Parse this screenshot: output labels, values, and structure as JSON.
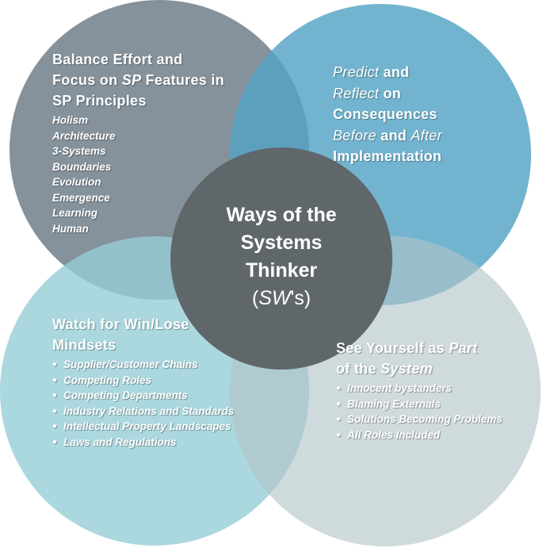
{
  "top_left": {
    "heading_line1": "Balance Effort and",
    "heading_line2_pre": "Focus on ",
    "heading_line2_em": "SP",
    "heading_line2_post": " Features in",
    "heading_line3": "SP Principles",
    "items": [
      "Holism",
      "Architecture",
      "3-Systems",
      "Boundaries",
      "Evolution",
      "Emergence",
      "Learning",
      "Human"
    ]
  },
  "top_right": {
    "line1_em": "Predict",
    "line1_post": " and",
    "line2_em": "Reflect",
    "line2_post": " on",
    "line3": "Consequences",
    "line4_em1": "Before",
    "line4_mid": " and ",
    "line4_em2": "After",
    "line5": "Implementation"
  },
  "center": {
    "line1": "Ways of the",
    "line2": "Systems",
    "line3": "Thinker",
    "line4_open": "(",
    "line4_em": "SW",
    "line4_close": "'s)"
  },
  "bottom_left": {
    "heading_line1": "Watch for Win/Lose",
    "heading_line2": "Mindsets",
    "items": [
      "Supplier/Customer Chains",
      "Competing Roles",
      "Competing Departments",
      "Industry Relations and Standards",
      "Intellectual Property Landscapes",
      "Laws and Regulations"
    ]
  },
  "bottom_right": {
    "heading_line1_pre": "See Yourself as ",
    "heading_line1_em": "Part",
    "heading_line2_pre": "of the ",
    "heading_line2_em": "System",
    "items": [
      "Innocent bystanders",
      "Blaming Externals",
      "Solutions Becoming Problems",
      "All Roles Included"
    ]
  },
  "colors": {
    "top_left_circle": "#717F8A",
    "top_right_circle": "#53A4C4",
    "bottom_left_circle": "#96CDD6",
    "bottom_right_circle": "#B2C3C6",
    "center_circle": "#60676A"
  }
}
